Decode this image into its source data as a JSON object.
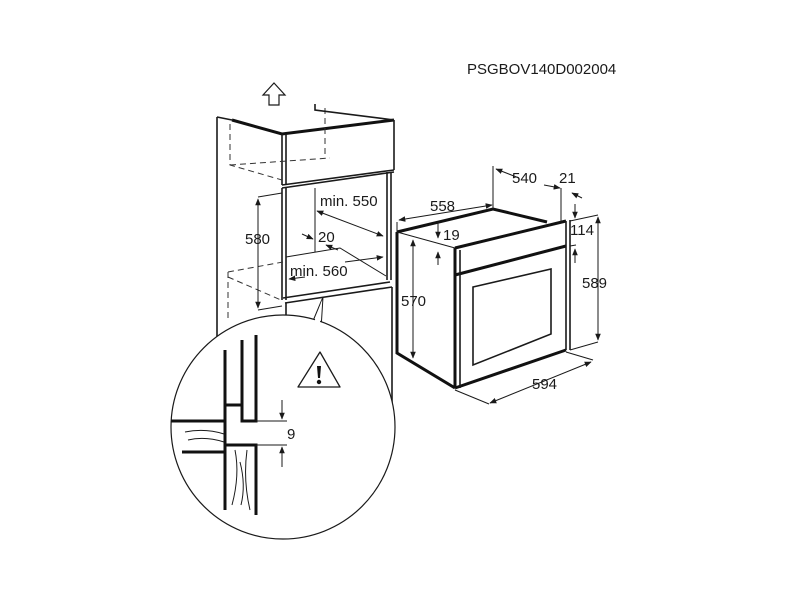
{
  "diagram": {
    "product_code": "PSGBOV140D002004",
    "cabinet": {
      "height_label": "580",
      "depth_label": "min. 550",
      "width_label": "min. 560",
      "rear_gap_label": "20",
      "up_arrow_icon": "up-arrow-icon"
    },
    "oven": {
      "depth_label": "558",
      "body_depth_label": "540",
      "front_thickness_label": "21",
      "top_offset_label": "19",
      "control_panel_label": "114",
      "body_height_label": "570",
      "total_height_label": "589",
      "width_label": "594"
    },
    "detail": {
      "gap_label": "9",
      "warning_icon": "warning-triangle-icon"
    }
  }
}
